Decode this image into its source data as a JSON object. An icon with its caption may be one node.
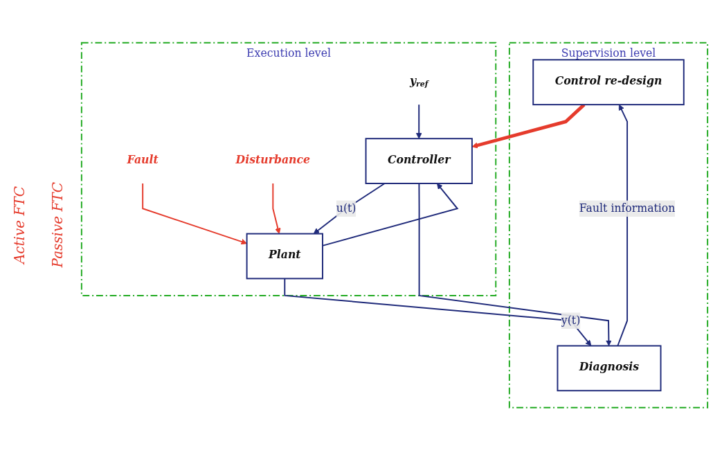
{
  "diagram": {
    "nodes": [
      {
        "text": [
          "Supervision level"
        ]
      },
      {
        "text": [
          "Control re-design"
        ],
        "in": 0
      },
      {
        "text": [
          "Diagnosis"
        ],
        "in": 0
      },
      {
        "text": [
          "Execution level"
        ]
      },
      {
        "text": [
          "Fault"
        ],
        "in": 3
      },
      {
        "text": [
          "Disturbance"
        ],
        "in": 3
      },
      {
        "text": [
          "y$_{ref}$"
        ],
        "in": 3
      },
      {
        "text": [
          "Controller"
        ],
        "in": 3
      },
      {
        "text": [
          "Plant"
        ],
        "in": 3
      }
    ],
    "edges": [
      {
        "from": 2,
        "to": 1,
        "arrow": "to",
        "label": "Fault information"
      },
      {
        "from": 1,
        "to": 7,
        "arrow": "to",
        "style": "thick",
        "color": "#e53b2c"
      },
      {
        "from": 6,
        "to": 7,
        "arrow": "to"
      },
      {
        "from": 7,
        "to": 8,
        "arrow": "to",
        "label": "u(t)"
      },
      {
        "from": 7,
        "to": 2,
        "arrow": "to"
      },
      {
        "from": 8,
        "to": 2,
        "arrow": "to",
        "label": "y(t)"
      },
      {
        "from": 8,
        "to": 7,
        "arrow": "to"
      },
      {
        "from": 4,
        "to": 8,
        "arrow": "to",
        "color": "#e53b2c"
      },
      {
        "from": 5,
        "to": 8,
        "arrow": "to",
        "color": "#e53b2c"
      }
    ],
    "labels": [
      "Active FTC",
      "Passive FTC"
    ]
  }
}
